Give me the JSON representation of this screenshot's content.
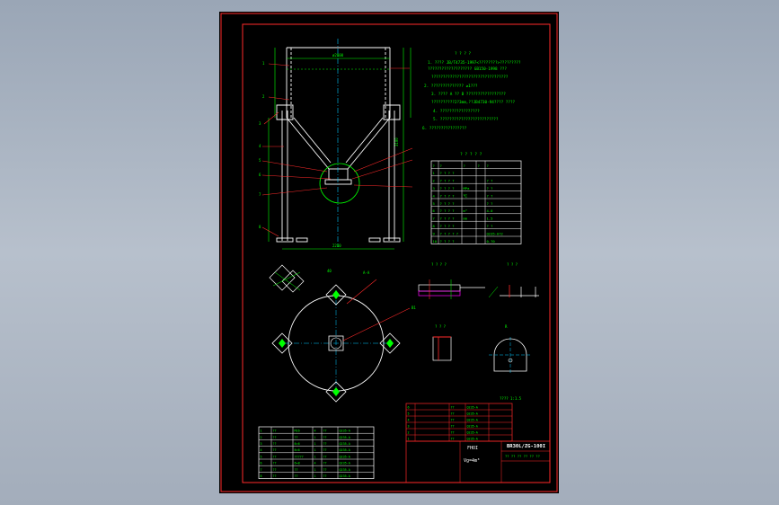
{
  "drawing": {
    "title_label": "FHOI",
    "drawing_number": "BR30L/ZG-100I",
    "volume_label": "Vg=4m³",
    "scale_note": "1:1.5",
    "notes": {
      "heading": "? ? ? ?",
      "lines": [
        "1. ????  JB/T4735-1997<????????>?????????",
        "   ??????????????????? GB150-1998 ???",
        "   ?????????????????????????????????",
        "2. ??????????????   ≥1???",
        "3. ???? A ?? B ?????????????????",
        "   ??????????2?3mm,??JB4730-94???? ????",
        "4. ?????????????????",
        "5. ?????????????????????????",
        "6. ????????????????"
      ]
    },
    "params_table": {
      "title": "? ? ? ? ?",
      "headers": [
        "?",
        "?",
        "?",
        "?",
        "?"
      ],
      "rows": [
        [
          "1",
          "? ? ? ?",
          "",
          "",
          ""
        ],
        [
          "2",
          "? ? ? ?",
          "",
          "",
          "?  ?"
        ],
        [
          "3",
          "? ? ? ?",
          "MPa",
          "",
          "?  ?"
        ],
        [
          "4",
          "? ? ? ?",
          "℃",
          "",
          "?  ?"
        ],
        [
          "5",
          "? ? ? ?",
          "",
          "",
          "?  ?"
        ],
        [
          "6",
          "? ? ? ?",
          "m³",
          "",
          "4.0"
        ],
        [
          "7",
          "? ? ? ?",
          "mm",
          "",
          "1.5"
        ],
        [
          "8",
          "? ? ? ?",
          "",
          "",
          "?  ?"
        ],
        [
          "9",
          "? ? ? ? ?",
          "",
          "",
          "Q235-A?2"
        ],
        [
          "10",
          "? ? ? ?",
          "",
          "",
          "0.70"
        ]
      ]
    },
    "parts_list": {
      "rows": [
        [
          "1",
          "??",
          "M16",
          "4",
          "??",
          "Q235-A",
          ""
        ],
        [
          "2",
          "??",
          "??",
          "1",
          "??",
          "Q235-A",
          ""
        ],
        [
          "3",
          "??",
          "δ=6",
          "1",
          "??",
          "Q235-A",
          ""
        ],
        [
          "4",
          "??",
          "δ=6",
          "1",
          "??",
          "Q235-A",
          ""
        ],
        [
          "5",
          "??",
          "?????",
          "1",
          "??",
          "Q235-A",
          ""
        ],
        [
          "6",
          "??",
          "δ=8",
          "4",
          "??",
          "Q235-A",
          ""
        ],
        [
          "7",
          "??",
          "??",
          "1",
          "??",
          "Q235-A",
          ""
        ],
        [
          "8",
          "??",
          "??",
          "1",
          "??",
          "Q235-A",
          ""
        ]
      ]
    },
    "title_block": {
      "rows": [
        [
          "6",
          "",
          "??",
          "Q235-A",
          ""
        ],
        [
          "5",
          "",
          "??",
          "Q235-A",
          ""
        ],
        [
          "4",
          "",
          "??",
          "Q235-A",
          ""
        ],
        [
          "3",
          "",
          "??",
          "Q235-A",
          ""
        ],
        [
          "2",
          "",
          "??",
          "Q235-A",
          ""
        ],
        [
          "1",
          "",
          "??",
          "Q235-A",
          ""
        ]
      ],
      "sheet_info": "?? ?? ?? ?? ?? ??"
    },
    "colors": {
      "frame": "#ff2a2a",
      "geometry": "#ffffff",
      "dimension": "#00ff00",
      "leader": "#ff2a2a",
      "centerline": "#00c8ff",
      "hatch": "#ff00ff"
    }
  }
}
